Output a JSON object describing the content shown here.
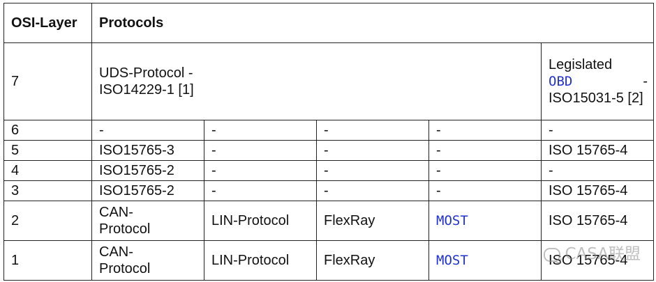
{
  "header": {
    "osi_layer": "OSI-Layer",
    "protocols": "Protocols"
  },
  "row7": {
    "layer": "7",
    "uds": "UDS-Protocol - ISO14229-1 [1]",
    "legislated": "Legislated",
    "obd": "OBD",
    "obd_dash": "-",
    "obd_std": "ISO15031-5 [2]"
  },
  "rows": [
    {
      "layer": "6",
      "c1": "-",
      "c2": "-",
      "c3": "-",
      "c4": "-",
      "c5": "-"
    },
    {
      "layer": "5",
      "c1": "ISO15765-3",
      "c2": "-",
      "c3": "-",
      "c4": "-",
      "c5": "ISO 15765-4"
    },
    {
      "layer": "4",
      "c1": "ISO15765-2",
      "c2": "-",
      "c3": "-",
      "c4": "-",
      "c5": "-"
    },
    {
      "layer": "3",
      "c1": "ISO15765-2",
      "c2": "-",
      "c3": "-",
      "c4": "-",
      "c5": "ISO 15765-4"
    },
    {
      "layer": "2",
      "c1": "CAN-Protocol",
      "c2": "LIN-Protocol",
      "c3": "FlexRay",
      "c4": "MOST",
      "c5": "ISO 15765-4"
    },
    {
      "layer": "1",
      "c1": "CAN-Protocol",
      "c2": "LIN-Protocol",
      "c3": "FlexRay",
      "c4": "MOST",
      "c5": "ISO 15765-4"
    }
  ],
  "watermark": {
    "text": "CASA联盟",
    "icon": "wechat-icon"
  }
}
